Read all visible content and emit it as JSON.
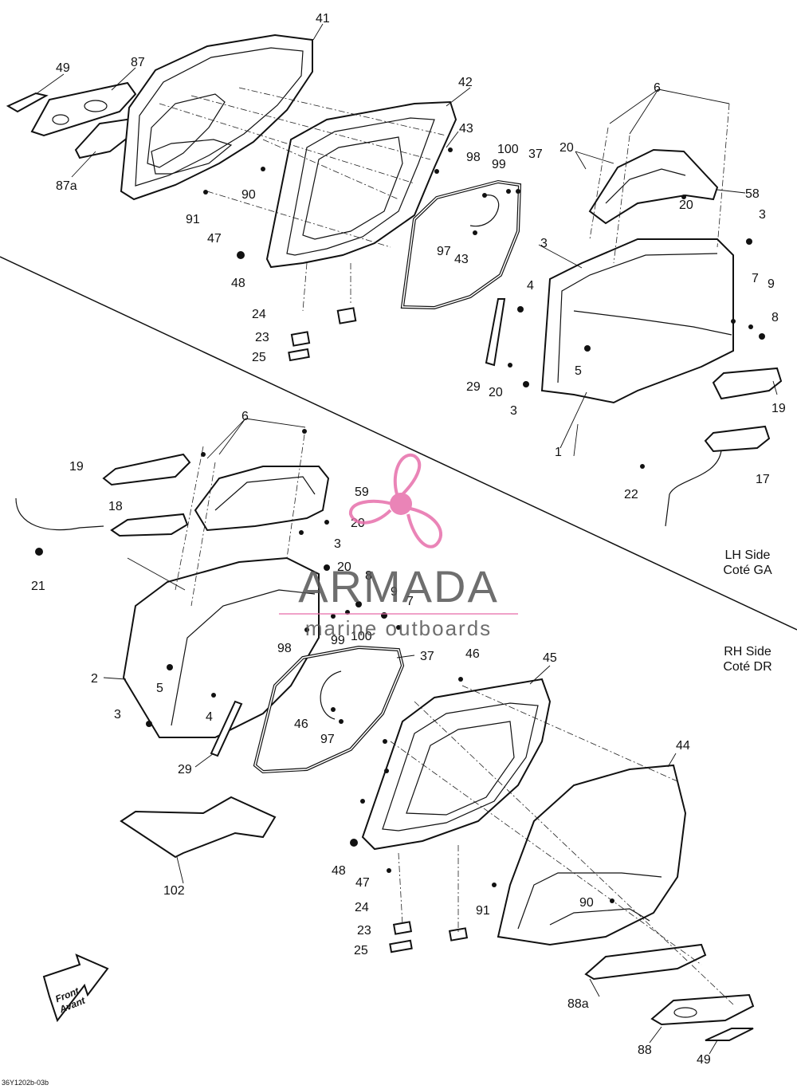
{
  "diagram": {
    "callouts": [
      {
        "id": "41",
        "text": "41"
      },
      {
        "id": "49a",
        "text": "49"
      },
      {
        "id": "87",
        "text": "87"
      },
      {
        "id": "87a",
        "text": "87a"
      },
      {
        "id": "90a",
        "text": "90"
      },
      {
        "id": "91a",
        "text": "91"
      },
      {
        "id": "47a",
        "text": "47"
      },
      {
        "id": "48a",
        "text": "48"
      },
      {
        "id": "42",
        "text": "42"
      },
      {
        "id": "43a",
        "text": "43"
      },
      {
        "id": "98a",
        "text": "98"
      },
      {
        "id": "100a",
        "text": "100"
      },
      {
        "id": "99a",
        "text": "99"
      },
      {
        "id": "37a",
        "text": "37"
      },
      {
        "id": "97a",
        "text": "97"
      },
      {
        "id": "43b",
        "text": "43"
      },
      {
        "id": "24a",
        "text": "24"
      },
      {
        "id": "23a",
        "text": "23"
      },
      {
        "id": "25a",
        "text": "25"
      },
      {
        "id": "6a",
        "text": "6"
      },
      {
        "id": "20a",
        "text": "20"
      },
      {
        "id": "58",
        "text": "58"
      },
      {
        "id": "20b",
        "text": "20"
      },
      {
        "id": "3a",
        "text": "3"
      },
      {
        "id": "3b",
        "text": "3"
      },
      {
        "id": "7a",
        "text": "7"
      },
      {
        "id": "9a",
        "text": "9"
      },
      {
        "id": "8a",
        "text": "8"
      },
      {
        "id": "4a",
        "text": "4"
      },
      {
        "id": "5a",
        "text": "5"
      },
      {
        "id": "29a",
        "text": "29"
      },
      {
        "id": "20c",
        "text": "20"
      },
      {
        "id": "3c",
        "text": "3"
      },
      {
        "id": "1",
        "text": "1"
      },
      {
        "id": "19a",
        "text": "19"
      },
      {
        "id": "17",
        "text": "17"
      },
      {
        "id": "22",
        "text": "22"
      },
      {
        "id": "6b",
        "text": "6"
      },
      {
        "id": "19b",
        "text": "19"
      },
      {
        "id": "18",
        "text": "18"
      },
      {
        "id": "59",
        "text": "59"
      },
      {
        "id": "20d",
        "text": "20"
      },
      {
        "id": "21",
        "text": "21"
      },
      {
        "id": "3d",
        "text": "3"
      },
      {
        "id": "20e",
        "text": "20"
      },
      {
        "id": "8b",
        "text": "8"
      },
      {
        "id": "9b",
        "text": "9"
      },
      {
        "id": "7b",
        "text": "7"
      },
      {
        "id": "99b",
        "text": "99"
      },
      {
        "id": "100b",
        "text": "100"
      },
      {
        "id": "98b",
        "text": "98"
      },
      {
        "id": "37b",
        "text": "37"
      },
      {
        "id": "2",
        "text": "2"
      },
      {
        "id": "5b",
        "text": "5"
      },
      {
        "id": "3e",
        "text": "3"
      },
      {
        "id": "4b",
        "text": "4"
      },
      {
        "id": "46a",
        "text": "46"
      },
      {
        "id": "97b",
        "text": "97"
      },
      {
        "id": "29b",
        "text": "29"
      },
      {
        "id": "46b",
        "text": "46"
      },
      {
        "id": "45",
        "text": "45"
      },
      {
        "id": "44",
        "text": "44"
      },
      {
        "id": "48b",
        "text": "48"
      },
      {
        "id": "47b",
        "text": "47"
      },
      {
        "id": "24b",
        "text": "24"
      },
      {
        "id": "23b",
        "text": "23"
      },
      {
        "id": "25b",
        "text": "25"
      },
      {
        "id": "91b",
        "text": "91"
      },
      {
        "id": "90b",
        "text": "90"
      },
      {
        "id": "88a",
        "text": "88a"
      },
      {
        "id": "88",
        "text": "88"
      },
      {
        "id": "49b",
        "text": "49"
      },
      {
        "id": "102",
        "text": "102"
      }
    ],
    "lh_side": {
      "line1": "LH Side",
      "line2": "Coté GA"
    },
    "rh_side": {
      "line1": "RH Side",
      "line2": "Coté DR"
    },
    "front_arrow": {
      "line1": "Front",
      "line2": "Avant"
    },
    "drawing_code": "36Y1202b-03b"
  },
  "watermark": {
    "brand": "ARMADA",
    "tagline": "marine outboards",
    "accent_color": "#e76fab"
  }
}
